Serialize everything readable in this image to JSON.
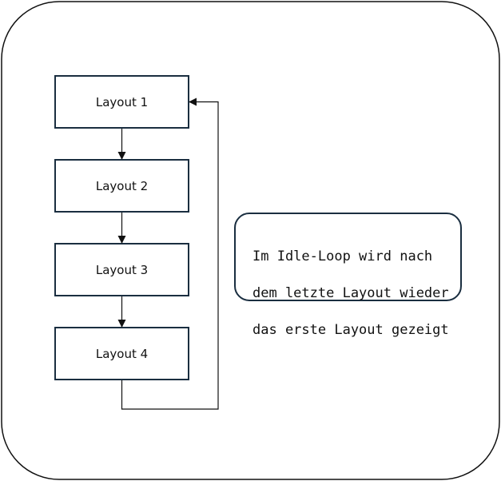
{
  "colors": {
    "frame_stroke": "#111111",
    "node_stroke": "#1a2e40",
    "note_stroke": "#1a2e40",
    "edge_stroke": "#111111",
    "text": "#111111",
    "background": "#ffffff"
  },
  "diagram": {
    "nodes": [
      {
        "id": "layout-1",
        "label": "Layout 1"
      },
      {
        "id": "layout-2",
        "label": "Layout 2"
      },
      {
        "id": "layout-3",
        "label": "Layout 3"
      },
      {
        "id": "layout-4",
        "label": "Layout 4"
      }
    ],
    "edges": [
      {
        "from": "layout-1",
        "to": "layout-2"
      },
      {
        "from": "layout-2",
        "to": "layout-3"
      },
      {
        "from": "layout-3",
        "to": "layout-4"
      },
      {
        "from": "layout-4",
        "to": "layout-1"
      }
    ],
    "note": {
      "lines": [
        "Im Idle-Loop wird nach",
        "dem letzte Layout wieder",
        "das erste Layout gezeigt"
      ]
    }
  }
}
